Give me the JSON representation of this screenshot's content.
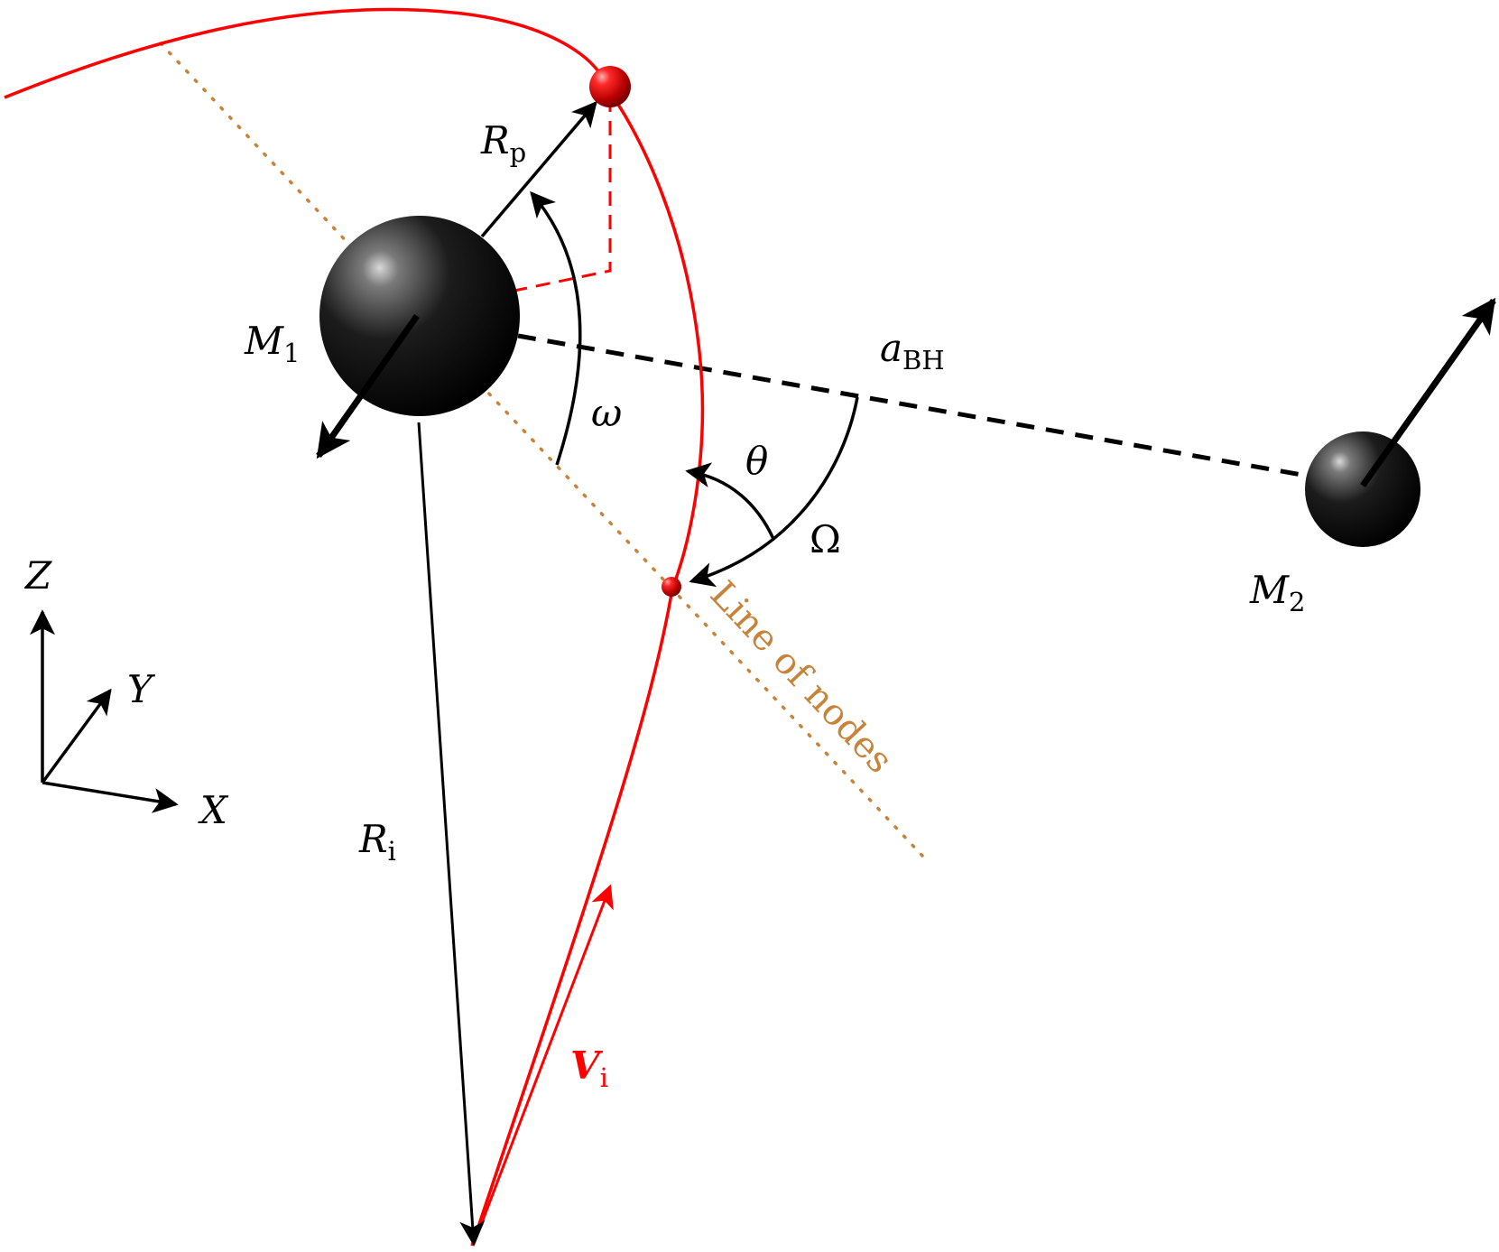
{
  "colors": {
    "orbit": "#ff0000",
    "line_of_nodes": "#c8833a",
    "black": "#000000",
    "background": "#ffffff"
  },
  "bodies": {
    "m1": {
      "symbol": "M",
      "sub": "1"
    },
    "m2": {
      "symbol": "M",
      "sub": "2"
    }
  },
  "labels": {
    "rp": {
      "symbol": "R",
      "sub": "p"
    },
    "ri": {
      "symbol": "R",
      "sub": "i"
    },
    "vi": {
      "symbol": "V",
      "sub": "i"
    },
    "abh": {
      "symbol": "a",
      "sub": "BH"
    },
    "omega_small": "ω",
    "theta": "θ",
    "omega_big": "Ω",
    "line_of_nodes": "Line of nodes"
  },
  "axes": {
    "x": "X",
    "y": "Y",
    "z": "Z"
  }
}
